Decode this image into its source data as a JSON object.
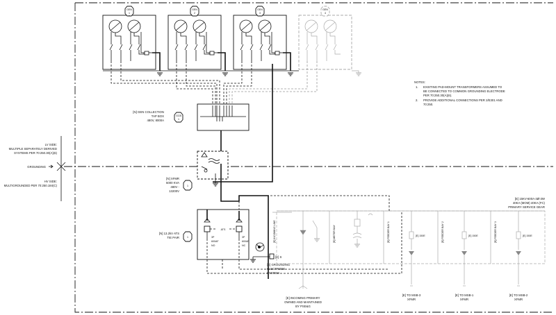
{
  "generators": [
    {
      "tag": "GEN",
      "num": "1"
    },
    {
      "tag": "GEN",
      "num": "2"
    },
    {
      "tag": "GEN",
      "num": "3"
    },
    {
      "tag": "GEN",
      "num": "4"
    }
  ],
  "gen_g_label": "G",
  "notes": {
    "heading": "NOTES:",
    "items": [
      {
        "num": "1.",
        "lines": [
          "EXISTING PAD-MOUNT TRANSFORMERS ASSUMED TO",
          "BE CONNECTED TO COMMON GROUNDING ELECTRODE",
          "PER 70:250.30(A)(6)."
        ]
      },
      {
        "num": "2.",
        "lines": [
          "PROVIDE ADDITIONAL CONNECTIONS PER 2/E301 AND",
          "70:250."
        ]
      }
    ]
  },
  "gen_collection": {
    "lines": [
      "[N] GEN COLLECTION",
      "TAP BOX",
      "480V, 8000A"
    ],
    "tag": "GCB",
    "num": "1"
  },
  "lv_side": {
    "lines": [
      "LV SIDE:",
      "MULTIPLE SEPARATELY DERIVED",
      "SYSTEMS PER 70:250.30(A)(6)"
    ]
  },
  "grounding_label": "GROUNDING",
  "hv_side": {
    "lines": [
      "HV SIDE:",
      "MULTIGROUNDED PER 70:250.184(C)"
    ]
  },
  "xfmr": {
    "lines": [
      "[N] XFMR",
      "5000 KVA",
      "480V -",
      "13200V"
    ],
    "num": "1"
  },
  "ats": {
    "lines": [
      "[N] 13.2kV ATS",
      "TIE PAIR"
    ],
    "num": "1",
    "center_label": "ATS",
    "left_lines": [
      "3P",
      "600AF",
      "NO"
    ],
    "right_lines": [
      "3P",
      "600AF",
      "NC"
    ]
  },
  "switchgear": {
    "lines": [
      "[E] 15KV-600A-3Ø-3W",
      "40KA (MOM) 40KA (FC)",
      "PRIMARY SERVICE GEAR"
    ]
  },
  "bays": {
    "incoming": "[E] INCOMING LINE",
    "meter": "[E] METER BAY",
    "feeder1": "[E] FEEDER BAY 1",
    "feeder2": "[E] FEEDER BAY 2",
    "feeder3": "[E] FEEDER BAY 3"
  },
  "fuses": [
    "[E] 150E",
    "[E] 150E",
    "[E] 150E"
  ],
  "ground_s_label": "[E] S",
  "grounding_electrode": {
    "lines": [
      "[E] GROUNDING",
      "ELECTRODE",
      "SYSTEM"
    ]
  },
  "incoming_primary": {
    "lines": [
      "[E] INCOMING PRIMARY",
      "OWNED AND MAINTAINED",
      "BY PSE&G"
    ]
  },
  "outputs": [
    {
      "lines": [
        "[E] TO MSB-3",
        "XFMR"
      ]
    },
    {
      "lines": [
        "[E] TO MSB-1",
        "XFMR"
      ]
    },
    {
      "lines": [
        "[E] TO MSB-2",
        "XFMR"
      ]
    }
  ]
}
